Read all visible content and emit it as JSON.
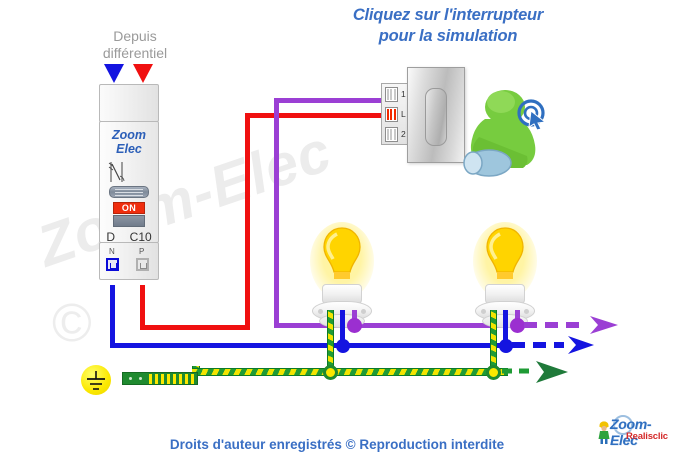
{
  "title": {
    "line1": "Cliquez sur l'interrupteur",
    "line2": "pour la simulation",
    "color": "#3a6fc4"
  },
  "source_label": {
    "line1": "Depuis",
    "line2": "différentiel"
  },
  "breaker": {
    "brand_line1": "Zoom",
    "brand_line2": "Elec",
    "state_label": "ON",
    "curve": "D",
    "rating": "C10",
    "terminal_neutral": "N",
    "terminal_phase": "P"
  },
  "switch": {
    "terminals": [
      "1",
      "L",
      "2"
    ]
  },
  "watermark": {
    "text": "Zoom-Elec",
    "copyright_glyph": "©"
  },
  "footer": {
    "text": "Droits d'auteur enregistrés © Reproduction interdite"
  },
  "logo": {
    "main": "Zoom-Elec",
    "sub": "Realisclic"
  },
  "colors": {
    "phase": "#f01010",
    "neutral": "#1414e0",
    "switched": "#9b3fd4",
    "earth_green": "#1f9b35",
    "earth_yellow": "#f2e400",
    "accent_blue": "#3a6fc4",
    "on_red": "#ef2d0e"
  }
}
